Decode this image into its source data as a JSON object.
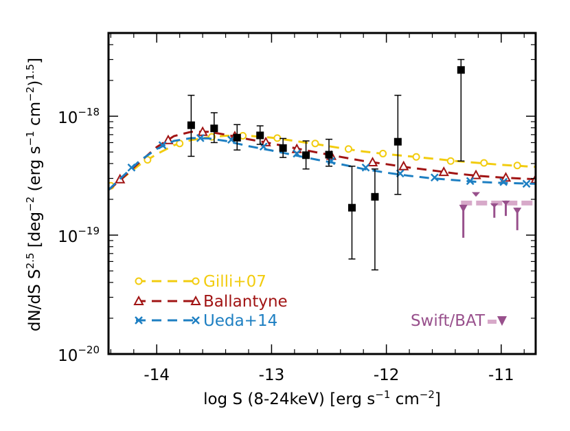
{
  "chart_data": {
    "type": "scatter",
    "xlabel": {
      "prefix": "log S (8-24keV) [erg s",
      "sup1": "−1",
      "mid": " cm",
      "sup2": "−2",
      "suffix": "]"
    },
    "ylabel": {
      "p1": "dN/dS S",
      "s1": "2.5",
      "p2": " [deg",
      "s2": "−2",
      "p3": " (erg s",
      "s3": "−1",
      "p4": " cm",
      "s4": "−2",
      "p5": ")",
      "s5": "1.5",
      "p6": "]"
    },
    "xlim": [
      -14.42,
      -10.7
    ],
    "ylim_log10": [
      -20,
      -17.3
    ],
    "y_scale": "log",
    "x_ticks": [
      {
        "value": -14,
        "label": "-14"
      },
      {
        "value": -13,
        "label": "-13"
      },
      {
        "value": -12,
        "label": "-12"
      },
      {
        "value": -11,
        "label": "-11"
      }
    ],
    "y_ticks": [
      {
        "exp": -18,
        "base": "10",
        "power": "−18"
      },
      {
        "exp": -19,
        "base": "10",
        "power": "−19"
      },
      {
        "exp": -20,
        "base": "10",
        "power": "−20"
      }
    ],
    "series": [
      {
        "name": "Gilli+07",
        "color": "#f2cc0f",
        "marker": "circle",
        "curve": [
          [
            -14.42,
            2.4e-19
          ],
          [
            -14.3,
            3e-19
          ],
          [
            -14.15,
            3.9e-19
          ],
          [
            -14.0,
            4.8e-19
          ],
          [
            -13.85,
            5.7e-19
          ],
          [
            -13.7,
            6.3e-19
          ],
          [
            -13.55,
            6.65e-19
          ],
          [
            -13.4,
            6.85e-19
          ],
          [
            -13.2,
            6.85e-19
          ],
          [
            -13.0,
            6.6e-19
          ],
          [
            -12.8,
            6.2e-19
          ],
          [
            -12.6,
            5.8e-19
          ],
          [
            -12.4,
            5.4e-19
          ],
          [
            -12.2,
            5.05e-19
          ],
          [
            -12.0,
            4.8e-19
          ],
          [
            -11.8,
            4.6e-19
          ],
          [
            -11.6,
            4.4e-19
          ],
          [
            -11.4,
            4.2e-19
          ],
          [
            -11.2,
            4.05e-19
          ],
          [
            -11.0,
            3.9e-19
          ],
          [
            -10.7,
            3.75e-19
          ]
        ],
        "markers": [
          [
            -14.4,
            2.6e-19
          ],
          [
            -14.08,
            4.3e-19
          ],
          [
            -13.8,
            5.9e-19
          ],
          [
            -13.52,
            6.7e-19
          ],
          [
            -13.25,
            6.85e-19
          ],
          [
            -12.95,
            6.55e-19
          ],
          [
            -12.62,
            5.9e-19
          ],
          [
            -12.33,
            5.3e-19
          ],
          [
            -12.03,
            4.85e-19
          ],
          [
            -11.74,
            4.55e-19
          ],
          [
            -11.44,
            4.2e-19
          ],
          [
            -11.15,
            4.05e-19
          ],
          [
            -10.86,
            3.85e-19
          ]
        ]
      },
      {
        "name": "Ballantyne",
        "color": "#a11414",
        "marker": "triangle",
        "curve": [
          [
            -14.42,
            2.4e-19
          ],
          [
            -14.3,
            3e-19
          ],
          [
            -14.15,
            4.1e-19
          ],
          [
            -14.0,
            5.5e-19
          ],
          [
            -13.85,
            6.8e-19
          ],
          [
            -13.7,
            7.4e-19
          ],
          [
            -13.55,
            7.4e-19
          ],
          [
            -13.4,
            7e-19
          ],
          [
            -13.2,
            6.4e-19
          ],
          [
            -13.0,
            5.9e-19
          ],
          [
            -12.8,
            5.4e-19
          ],
          [
            -12.6,
            4.95e-19
          ],
          [
            -12.4,
            4.55e-19
          ],
          [
            -12.2,
            4.2e-19
          ],
          [
            -12.0,
            3.95e-19
          ],
          [
            -11.8,
            3.7e-19
          ],
          [
            -11.6,
            3.5e-19
          ],
          [
            -11.4,
            3.3e-19
          ],
          [
            -11.2,
            3.15e-19
          ],
          [
            -11.0,
            3.05e-19
          ],
          [
            -10.7,
            2.95e-19
          ]
        ],
        "markers": [
          [
            -14.32,
            2.95e-19
          ],
          [
            -13.9,
            6.3e-19
          ],
          [
            -13.6,
            7.4e-19
          ],
          [
            -13.32,
            6.8e-19
          ],
          [
            -13.05,
            6.05e-19
          ],
          [
            -12.78,
            5.3e-19
          ],
          [
            -12.48,
            4.65e-19
          ],
          [
            -12.12,
            4.1e-19
          ],
          [
            -11.85,
            3.8e-19
          ],
          [
            -11.5,
            3.4e-19
          ],
          [
            -11.22,
            3.2e-19
          ],
          [
            -10.96,
            3.05e-19
          ],
          [
            -10.7,
            2.95e-19
          ]
        ]
      },
      {
        "name": "Ueda+14",
        "color": "#1d7fc2",
        "marker": "cross",
        "curve": [
          [
            -14.42,
            2.4e-19
          ],
          [
            -14.3,
            3.1e-19
          ],
          [
            -14.15,
            4.2e-19
          ],
          [
            -14.0,
            5.3e-19
          ],
          [
            -13.85,
            6.2e-19
          ],
          [
            -13.7,
            6.55e-19
          ],
          [
            -13.55,
            6.5e-19
          ],
          [
            -13.4,
            6.2e-19
          ],
          [
            -13.2,
            5.6e-19
          ],
          [
            -13.0,
            5.15e-19
          ],
          [
            -12.8,
            4.7e-19
          ],
          [
            -12.6,
            4.3e-19
          ],
          [
            -12.4,
            3.95e-19
          ],
          [
            -12.2,
            3.6e-19
          ],
          [
            -12.0,
            3.35e-19
          ],
          [
            -11.8,
            3.15e-19
          ],
          [
            -11.6,
            3e-19
          ],
          [
            -11.4,
            2.9e-19
          ],
          [
            -11.2,
            2.8e-19
          ],
          [
            -11.0,
            2.75e-19
          ],
          [
            -10.7,
            2.7e-19
          ]
        ],
        "markers": [
          [
            -14.22,
            3.7e-19
          ],
          [
            -13.95,
            5.7e-19
          ],
          [
            -13.62,
            6.55e-19
          ],
          [
            -13.35,
            6.35e-19
          ],
          [
            -13.07,
            5.55e-19
          ],
          [
            -12.78,
            4.85e-19
          ],
          [
            -12.48,
            4.2e-19
          ],
          [
            -12.18,
            3.7e-19
          ],
          [
            -11.88,
            3.3e-19
          ],
          [
            -11.58,
            3.05e-19
          ],
          [
            -11.27,
            2.85e-19
          ],
          [
            -10.98,
            2.8e-19
          ],
          [
            -10.78,
            2.7e-19
          ]
        ]
      }
    ],
    "measurements": {
      "color": "#000000",
      "points": [
        {
          "x": -13.7,
          "y": 8.4e-19,
          "ylo": 4.6e-19,
          "yhi": 1.5e-18
        },
        {
          "x": -13.5,
          "y": 7.9e-19,
          "ylo": 6e-19,
          "yhi": 1.07e-18
        },
        {
          "x": -13.3,
          "y": 6.6e-19,
          "ylo": 5.2e-19,
          "yhi": 8.5e-19
        },
        {
          "x": -13.1,
          "y": 6.9e-19,
          "ylo": 5.8e-19,
          "yhi": 8.3e-19
        },
        {
          "x": -12.9,
          "y": 5.4e-19,
          "ylo": 4.5e-19,
          "yhi": 6.5e-19
        },
        {
          "x": -12.7,
          "y": 4.7e-19,
          "ylo": 3.6e-19,
          "yhi": 6.2e-19
        },
        {
          "x": -12.5,
          "y": 4.75e-19,
          "ylo": 3.8e-19,
          "yhi": 6.4e-19
        },
        {
          "x": -12.3,
          "y": 1.7e-19,
          "ylo": 6.3e-20,
          "yhi": 3.8e-19
        },
        {
          "x": -12.1,
          "y": 2.1e-19,
          "ylo": 5.1e-20,
          "yhi": 3.6e-19
        },
        {
          "x": -11.9,
          "y": 6.1e-19,
          "ylo": 2.2e-19,
          "yhi": 1.5e-18
        },
        {
          "x": -11.35,
          "y": 2.45e-18,
          "ylo": 4.2e-19,
          "yhi": 3e-18
        }
      ]
    },
    "swift_bat": {
      "name": "Swift/BAT",
      "color": "#98508c",
      "band_color": "#d7a9c9",
      "band_y": 1.86e-19,
      "band_x": [
        -11.35,
        -10.72
      ],
      "arrows": [
        {
          "x": -11.33,
          "ytop": 1.8e-19,
          "ytip": 1.55e-19,
          "ybot": 9.5e-20
        },
        {
          "x": -11.22,
          "ytop": 2.3e-19,
          "ytip": 2.1e-19,
          "ybot": 2.3e-19
        },
        {
          "x": -11.06,
          "ytop": 1.85e-19,
          "ytip": 1.7e-19,
          "ybot": 1.4e-19
        },
        {
          "x": -10.96,
          "ytop": 1.95e-19,
          "ytip": 1.78e-19,
          "ybot": 1.45e-19
        },
        {
          "x": -10.86,
          "ytop": 1.7e-19,
          "ytip": 1.5e-19,
          "ybot": 1.1e-19
        }
      ]
    },
    "legend": {
      "placement": "bottom-left",
      "entries": [
        {
          "label": "Gilli+07",
          "color": "#f2cc0f",
          "marker": "circle"
        },
        {
          "label": "Ballantyne",
          "color": "#a11414",
          "marker": "triangle"
        },
        {
          "label": "Ueda+14",
          "color": "#1d7fc2",
          "marker": "cross"
        }
      ],
      "extra": {
        "label": "Swift/BAT",
        "color": "#98508c",
        "placement": "bottom-right"
      }
    }
  }
}
